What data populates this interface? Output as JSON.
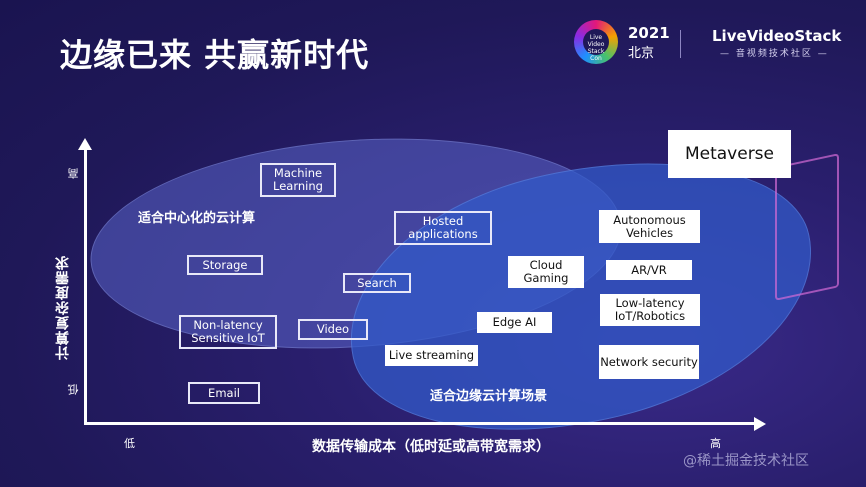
{
  "slide": {
    "title": "边缘已来  共赢新时代"
  },
  "header": {
    "event_logo_text": "Live Video Stack Con",
    "event_year": "2021",
    "event_city": "北京",
    "brand_name": "LiveVideoStack",
    "brand_sub": "— 音视频技术社区 —"
  },
  "axes": {
    "y_title": "计算复杂度需求",
    "y_high": "高",
    "y_low": "低",
    "x_title": "数据传输成本（低时延或高带宽需求）",
    "x_low": "低",
    "x_high": "高"
  },
  "regions": {
    "centralized": "适合中心化的云计算",
    "edge": "适合边缘云计算场景"
  },
  "metaverse": "Metaverse",
  "items": {
    "machine_learning": "Machine Learning",
    "hosted_applications": "Hosted applications",
    "storage": "Storage",
    "search": "Search",
    "non_latency_iot": "Non-latency Sensitive IoT",
    "video": "Video",
    "email": "Email",
    "live_streaming": "Live streaming",
    "cloud_gaming": "Cloud Gaming",
    "edge_ai": "Edge AI",
    "autonomous_vehicles": "Autonomous Vehicles",
    "ar_vr": "AR/VR",
    "low_latency_iot": "Low-latency IoT/Robotics",
    "network_security": "Network security"
  },
  "watermark": "@稀土掘金技术社区",
  "colors": {
    "background": "#1f1858",
    "left_region": "#5a64c8",
    "right_region": "#325ac8",
    "box_fill": "#ffffff"
  }
}
